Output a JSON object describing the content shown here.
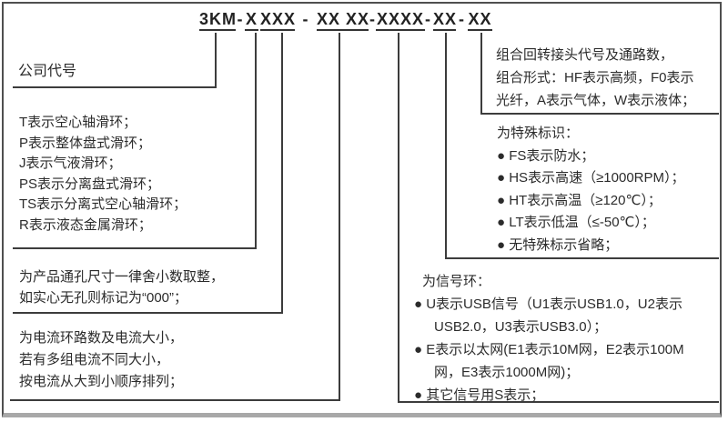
{
  "title": {
    "segments": [
      "3KM",
      "X",
      "XXX",
      "XX XX",
      "XXXX",
      "XX",
      "XX"
    ],
    "separators": [
      "-",
      "-",
      "-",
      "-",
      "-"
    ]
  },
  "labels": {
    "company": "公司代号"
  },
  "blocks": {
    "ring_type": {
      "lines": [
        "T表示空心轴滑环；",
        "P表示整体盘式滑环；",
        "J表示气液滑环；",
        "PS表示分离盘式滑环；",
        "TS表示分离式空心轴滑环；",
        "R表示液态金属滑环；"
      ]
    },
    "bore": {
      "lines": [
        "为产品通孔尺寸一律舍小数取整，",
        "如实心无孔则标记为“000”；"
      ]
    },
    "current": {
      "lines": [
        "为电流环路数及电流大小，",
        "若有多组电流不同大小，",
        "按电流从大到小顺序排列；"
      ]
    },
    "rotary_joint": {
      "lines": [
        "组合回转接头代号及通路数，",
        "组合形式：HF表示高频，F0表示",
        "光纤，A表示气体，W表示液体；"
      ]
    },
    "special_mark": {
      "lines": [
        "为特殊标识：",
        "● FS表示防水；",
        "● HS表示高速（≥1000RPM）；",
        "● HT表示高温（≥120℃）；",
        "● LT表示低温（≤-50℃）；",
        "● 无特殊标示省略；"
      ]
    },
    "signal_ring": {
      "lines": [
        "为信号环：",
        "● U表示USB信号（U1表示USB1.0，U2表示",
        "USB2.0，U3表示USB3.0）；",
        "● E表示以太网(E1表示10M网，E2表示100M",
        "网，E3表示1000M网)；",
        "● 其它信号用S表示；"
      ]
    }
  },
  "colors": {
    "background": "#ffffff",
    "text": "#2b2b2b",
    "line": "#3c3c3c",
    "frame_border": "#4f4f4f",
    "frame_shadow": "#a8a8a8"
  }
}
